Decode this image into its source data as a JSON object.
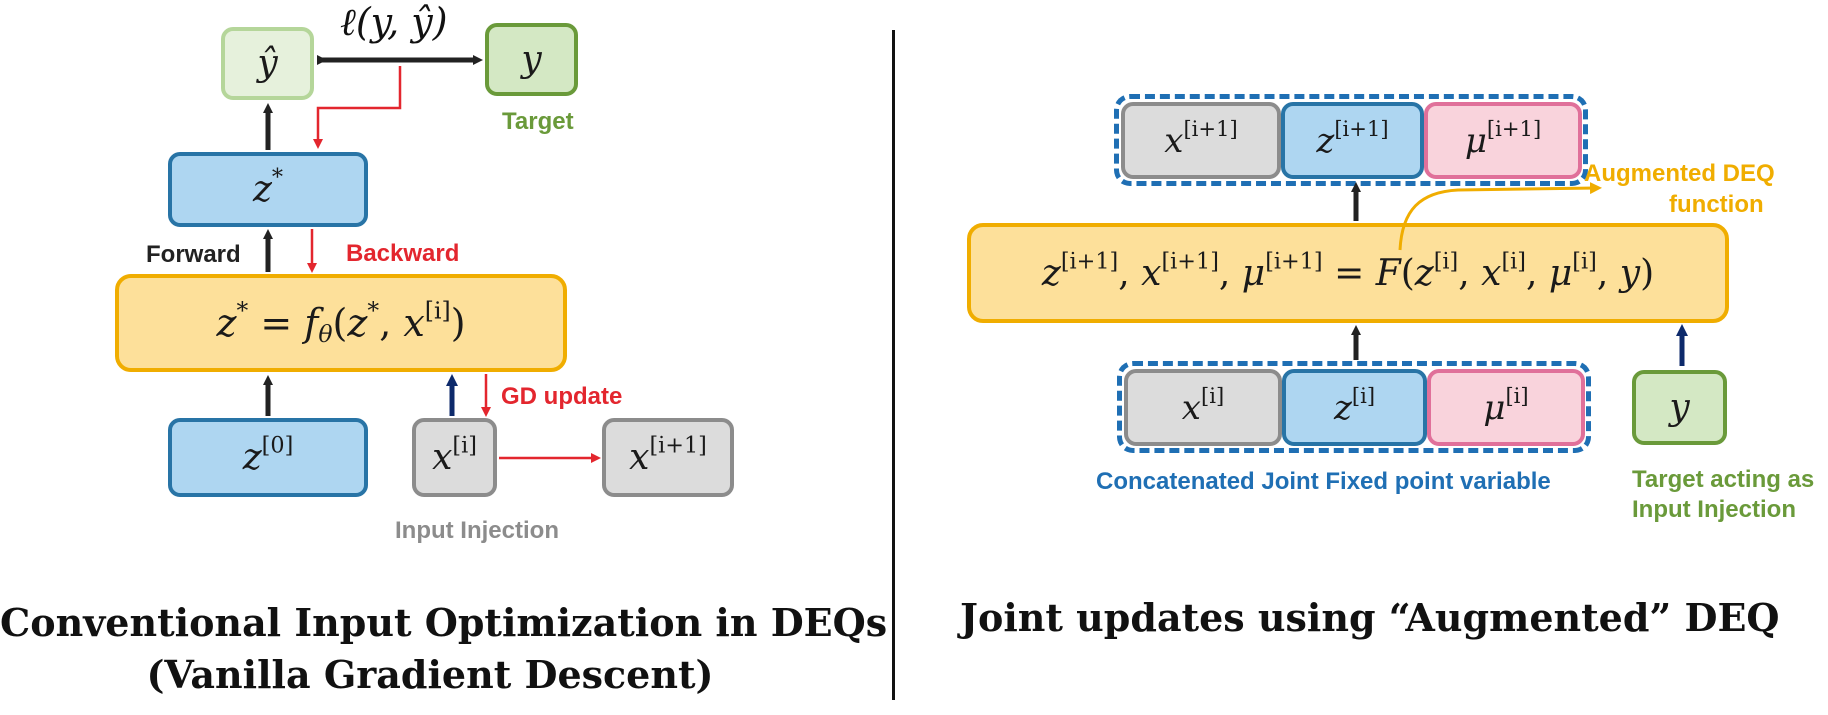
{
  "colors": {
    "blue_fill": "#aed6f1",
    "blue_border": "#2874a6",
    "gray_fill": "#dcdcdc",
    "gray_border": "#8c8c8c",
    "pink_fill": "#f9d3dc",
    "pink_border": "#e0709a",
    "green_fill": "#d4e8c4",
    "green_border": "#6a9a3a",
    "orange_fill": "#fde09a",
    "orange_border": "#f0ad00",
    "red_arrow": "#e3262e",
    "navy_arrow": "#0d2a6b",
    "label_red": "#e3262e",
    "label_green": "#6a9a3a",
    "label_gray": "#8c8c8c",
    "label_blue": "#1f6fb4",
    "label_orange": "#f0ad00"
  },
  "left": {
    "loss": "ℓ(y, ŷ)",
    "y_hat": "ŷ",
    "y": "y",
    "target_label": "Target",
    "z_star": "z",
    "z_star_sup": "*",
    "forward_label": "Forward",
    "backward_label": "Backward",
    "fixed_point_eq": {
      "lhs": "z",
      "lhs_sup": "*",
      "eq": " = ",
      "f": "f",
      "f_sub": "θ",
      "open": "(",
      "arg1": "z",
      "arg1_sup": "*",
      "comma": ", ",
      "arg2": "x",
      "arg2_sup": "[i]",
      "close": ")"
    },
    "gd_label": "GD update",
    "z0": "z",
    "z0_sup": "[0]",
    "xi": "x",
    "xi_sup": "[i]",
    "xi1": "x",
    "xi1_sup": "[i+1]",
    "input_injection_label": "Input Injection",
    "title_line1": "Conventional Input Optimization in DEQs",
    "title_line2": "(Vanilla Gradient Descent)"
  },
  "right": {
    "top_x": "x",
    "top_x_sup": "[i+1]",
    "top_z": "z",
    "top_z_sup": "[i+1]",
    "top_mu": "μ",
    "top_mu_sup": "[i+1]",
    "aug_label_line1": "Augmented DEQ",
    "aug_label_line2": "function",
    "equation": {
      "t1": "z",
      "t1_sup": "[i+1]",
      "c1": ", ",
      "t2": "x",
      "t2_sup": "[i+1]",
      "c2": ", ",
      "t3": "μ",
      "t3_sup": "[i+1]",
      "eq": " = ",
      "F": "F",
      "open": "(",
      "a1": "z",
      "a1_sup": "[i]",
      "c3": ", ",
      "a2": "x",
      "a2_sup": "[i]",
      "c4": ", ",
      "a3": "μ",
      "a3_sup": "[i]",
      "c5": ", ",
      "a4": "y",
      "close": ")"
    },
    "bot_x": "x",
    "bot_x_sup": "[i]",
    "bot_z": "z",
    "bot_z_sup": "[i]",
    "bot_mu": "μ",
    "bot_mu_sup": "[i]",
    "y": "y",
    "concat_label": "Concatenated Joint Fixed point variable",
    "target_label_line1": "Target acting as",
    "target_label_line2": "Input Injection",
    "title": "Joint updates using “Augmented” DEQ"
  }
}
